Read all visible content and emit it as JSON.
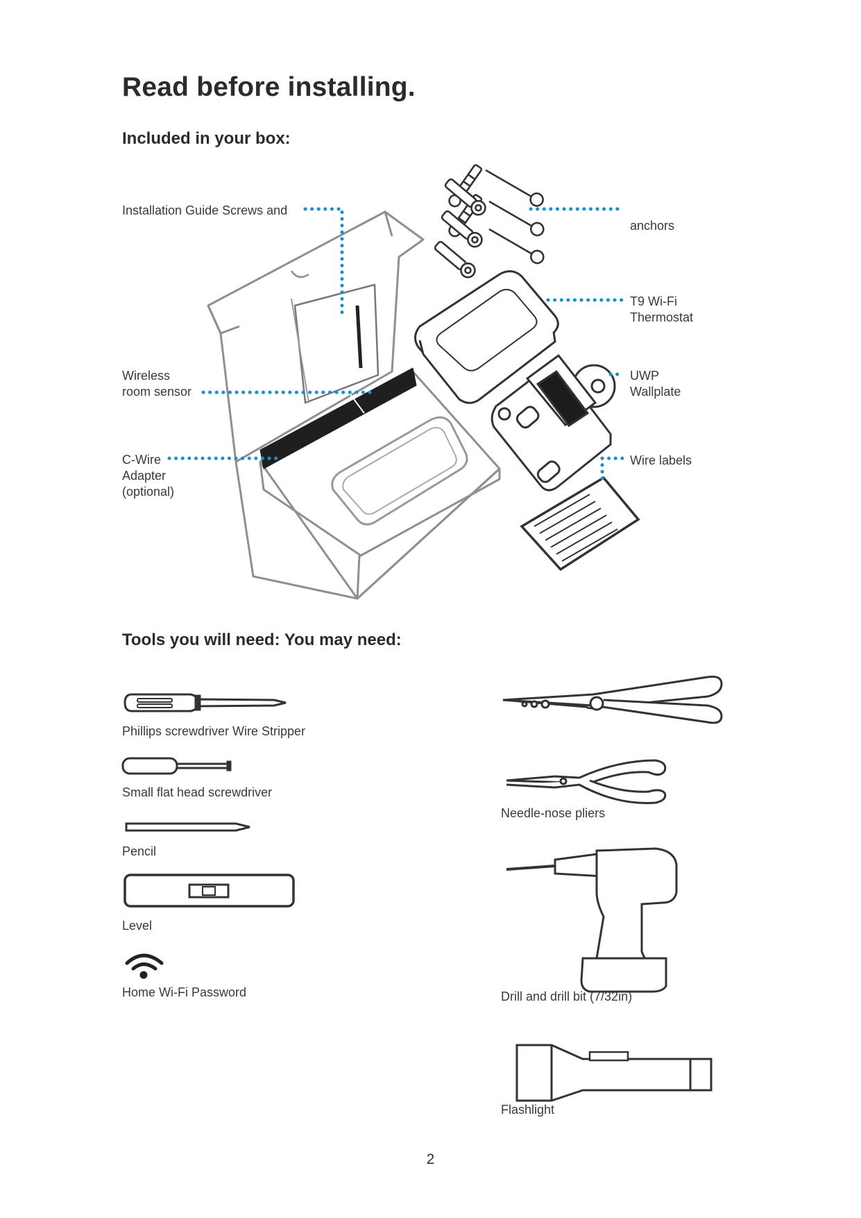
{
  "title": "Read before installing.",
  "box_section": {
    "heading": "Included in your box:",
    "labels": {
      "installation_guide": "Installation Guide",
      "screws_and": "Screws and",
      "anchors": "anchors",
      "thermostat_line1": "T9 Wi-Fi",
      "thermostat_line2": "Thermostat",
      "wireless_line1": "Wireless",
      "wireless_line2": "room sensor",
      "uwp_line1": "UWP",
      "uwp_line2": "Wallplate",
      "cwire_line1": "C-Wire",
      "cwire_line2": "Adapter",
      "cwire_line3": "(optional)",
      "wire_labels": "Wire labels"
    },
    "leader_color": "#1a8fc9"
  },
  "tools_section": {
    "heading": "Tools you will need: You may need:",
    "left_tools": {
      "phillips_wire_stripper": "Phillips screwdriver Wire Stripper",
      "flat_head": "Small flat head screwdriver",
      "pencil": "Pencil",
      "level": "Level",
      "wifi_password": "Home Wi-Fi Password"
    },
    "right_tools": {
      "needle_nose": "Needle-nose pliers",
      "drill": "Drill and drill bit (7/32in)",
      "flashlight": "Flashlight"
    }
  },
  "page_number": "2"
}
